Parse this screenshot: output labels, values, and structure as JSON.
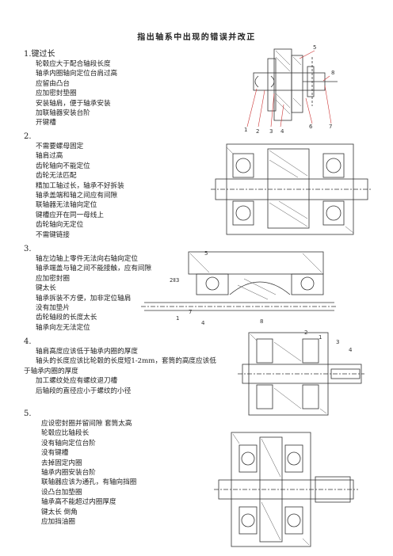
{
  "title": "指出轴系中出现的错误并改正",
  "sections": [
    {
      "number": "1.",
      "number_inline": "键过长",
      "items": [
        "轮毂应大于配合轴段长度",
        "轴承内圈轴向定位台肩过高",
        "应留由凸台",
        "应加密封垫圈",
        "安装轴肩，便于轴承安装",
        "加联轴器安装台阶",
        "开键槽"
      ],
      "callouts": [
        "1",
        "2",
        "3",
        "4",
        "5",
        "6",
        "7",
        "8"
      ]
    },
    {
      "number": "2.",
      "items": [
        "不需要螺母固定",
        "轴肩过高",
        "齿轮轴向不能定位",
        "齿轮无法匹配",
        "精加工轴过长，轴承不好拆装",
        "轴承盖端和轴之间应有间隙",
        "联轴器无法轴向定位",
        "键槽应开在同一母线上",
        "齿轮轴向无定位",
        "不需键链接"
      ]
    },
    {
      "number": "3.",
      "items": [
        "轴左边轴上零件无法向右轴向定位",
        "轴承端盖与轴之间不能接触，应有间隙",
        "应加密封圈",
        "键太长",
        "轴承拆装不方便，加非定位轴肩",
        "没有加垫片",
        "齿轮轴段的长度太长",
        "轴承向左无法定位"
      ],
      "callouts": [
        "5",
        "2Ⅱ3",
        "1",
        "4",
        "7",
        "8"
      ]
    },
    {
      "number": "4.",
      "items": [
        "轴肩高度应该低于轴承内圈的厚度",
        "轴头的长度应该比轮毂的长度短1-2mm，套筒的高度应该低",
        "于轴承内圈的厚度",
        "加工螺纹处应有螺纹退刀槽",
        "后轴段的直径应小于螺纹的小径"
      ],
      "callouts": [
        "1",
        "2",
        "3",
        "4"
      ]
    },
    {
      "number": "5.",
      "items": [
        "应设密封圈并留间隙      套筒太高",
        "轮毂应比轴段长",
        "没有轴向定位台阶",
        "没有键槽",
        "去掉固定内圈",
        "轴承内圈安装台阶",
        "联轴器应该为通孔，有轴向挡圈",
        "设凸台加垫圈",
        "轴承高不能超过内圈厚度",
        "键太长      倒角",
        "应加挡油圈"
      ]
    }
  ]
}
